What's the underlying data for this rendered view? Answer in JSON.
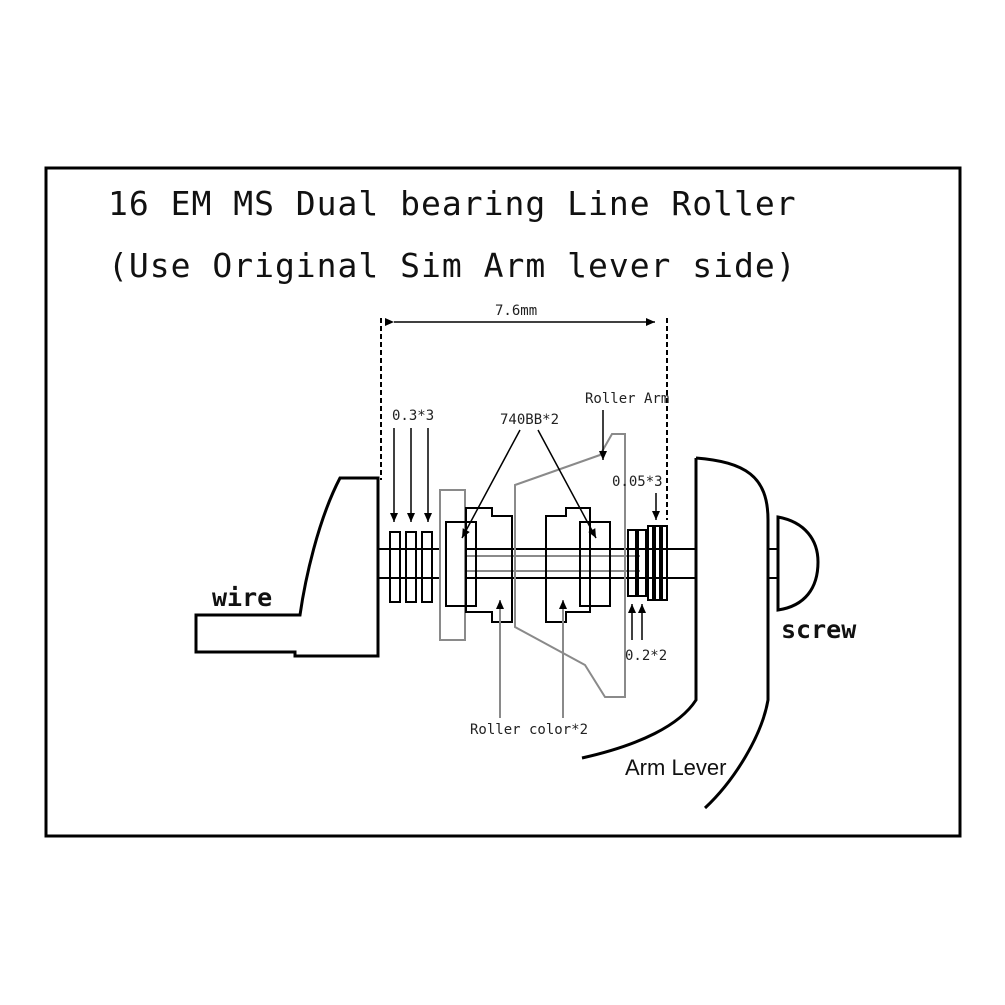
{
  "diagram": {
    "title_line1": "16 EM MS Dual bearing Line Roller",
    "title_line2": "(Use Original Sim Arm lever side)",
    "dimension": "7.6mm",
    "labels": {
      "washer_03": "0.3*3",
      "bearing": "740BB*2",
      "roller_arm": "Roller Arm",
      "washer_005": "0.05*3",
      "washer_02": "0.2*2",
      "roller_color": "Roller color*2",
      "wire": "wire",
      "screw": "screw",
      "arm_lever": "Arm Lever"
    }
  }
}
